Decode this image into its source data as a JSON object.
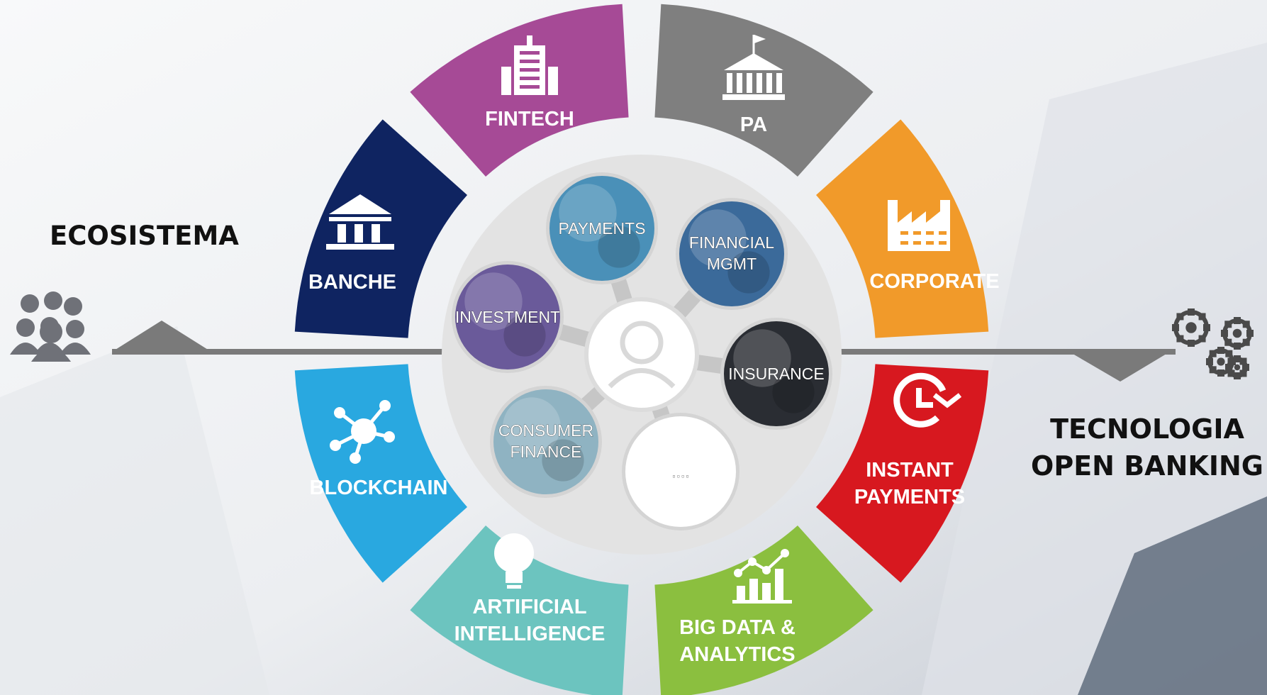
{
  "left": {
    "title": "ECOSISTEMA",
    "icon": "people-group-icon"
  },
  "right": {
    "title_line1": "TECNOLOGIA",
    "title_line2": "OPEN BANKING",
    "icon": "gears-icon"
  },
  "segments": [
    {
      "key": "fintech",
      "label1": "FINTECH",
      "label2": "",
      "color": "#a64a96",
      "icon": "skyscraper-icon"
    },
    {
      "key": "pa",
      "label1": "PA",
      "label2": "",
      "color": "#7f7f7f",
      "icon": "government-building-icon"
    },
    {
      "key": "corporate",
      "label1": "CORPORATE",
      "label2": "",
      "color": "#f19a2a",
      "icon": "factory-icon"
    },
    {
      "key": "instant-payments",
      "label1": "INSTANT",
      "label2": "PAYMENTS",
      "color": "#d7181f",
      "icon": "clock-arrow-icon"
    },
    {
      "key": "big-data",
      "label1": "BIG DATA &",
      "label2": "ANALYTICS",
      "color": "#8bbf3f",
      "icon": "bar-chart-trend-icon"
    },
    {
      "key": "ai",
      "label1": "ARTIFICIAL",
      "label2": "INTELLIGENCE",
      "color": "#6cc4bf",
      "icon": "lightbulb-icon"
    },
    {
      "key": "blockchain",
      "label1": "BLOCKCHAIN",
      "label2": "",
      "color": "#29a8e0",
      "icon": "network-node-icon"
    },
    {
      "key": "banche",
      "label1": "BANCHE",
      "label2": "",
      "color": "#0f2461",
      "icon": "bank-icon"
    }
  ],
  "bubbles": [
    {
      "key": "payments",
      "line1": "PAYMENTS",
      "line2": "",
      "color": "#4a90b8"
    },
    {
      "key": "financial-mgmt",
      "line1": "FINANCIAL",
      "line2": "MGMT",
      "color": "#3b6a9a"
    },
    {
      "key": "insurance",
      "line1": "INSURANCE",
      "line2": "",
      "color": "#2a2d33"
    },
    {
      "key": "consumer-finance",
      "line1": "CONSUMER",
      "line2": "FINANCE",
      "color": "#8fb3c2"
    },
    {
      "key": "investment",
      "line1": "INVESTMENT",
      "line2": "",
      "color": "#6a5a9a"
    },
    {
      "key": "more",
      "line1": "....",
      "line2": "",
      "color": "#ffffff"
    }
  ],
  "center": {
    "icon": "user-icon"
  }
}
